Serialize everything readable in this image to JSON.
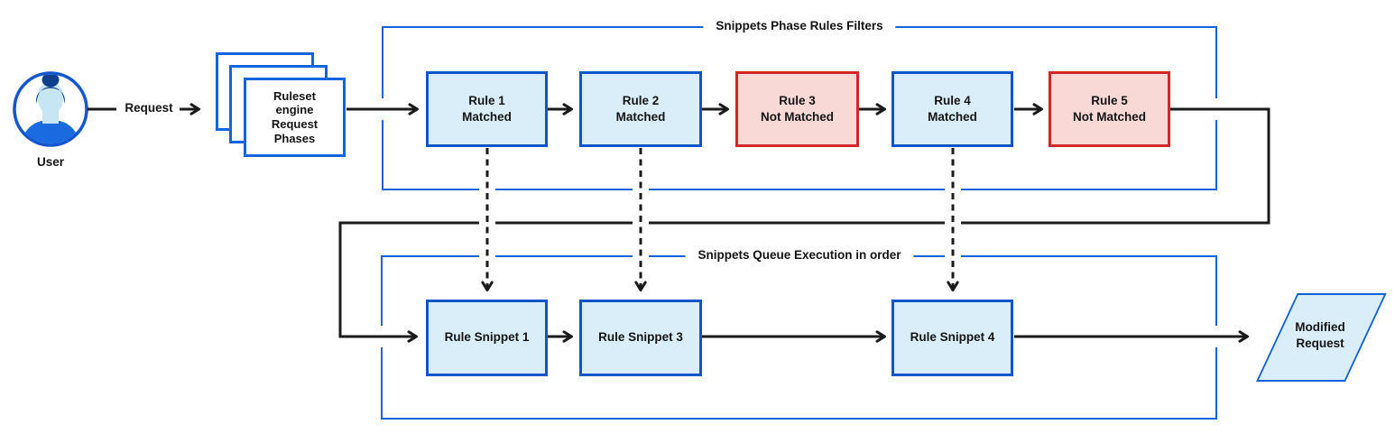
{
  "user": {
    "label": "User"
  },
  "request_label": "Request",
  "ruleset_box": {
    "label": "Ruleset\nengine\nRequest\nPhases"
  },
  "phase_filters": {
    "title": "Snippets Phase Rules Filters",
    "rules": [
      {
        "label": "Rule 1\nMatched",
        "status": "matched"
      },
      {
        "label": "Rule 2\nMatched",
        "status": "matched"
      },
      {
        "label": "Rule 3\nNot Matched",
        "status": "not_matched"
      },
      {
        "label": "Rule 4\nMatched",
        "status": "matched"
      },
      {
        "label": "Rule 5\nNot Matched",
        "status": "not_matched"
      }
    ]
  },
  "queue": {
    "title": "Snippets Queue Execution in order",
    "snippets": [
      {
        "label": "Rule Snippet 1"
      },
      {
        "label": "Rule Snippet 3"
      },
      {
        "label": "Rule Snippet 4"
      }
    ]
  },
  "output": {
    "label": "Modified\nRequest"
  },
  "colors": {
    "container_border": "#1464dd",
    "node_border_blue": "#0d55c9",
    "node_fill_blue": "#daeefa",
    "node_border_red": "#d2262b",
    "node_fill_red": "#f8d9d6",
    "connector": "#1b1b1b",
    "avatar_hair": "#0d3f8c",
    "avatar_skin": "#c6e6f4",
    "avatar_shirt": "#1b6be0"
  }
}
